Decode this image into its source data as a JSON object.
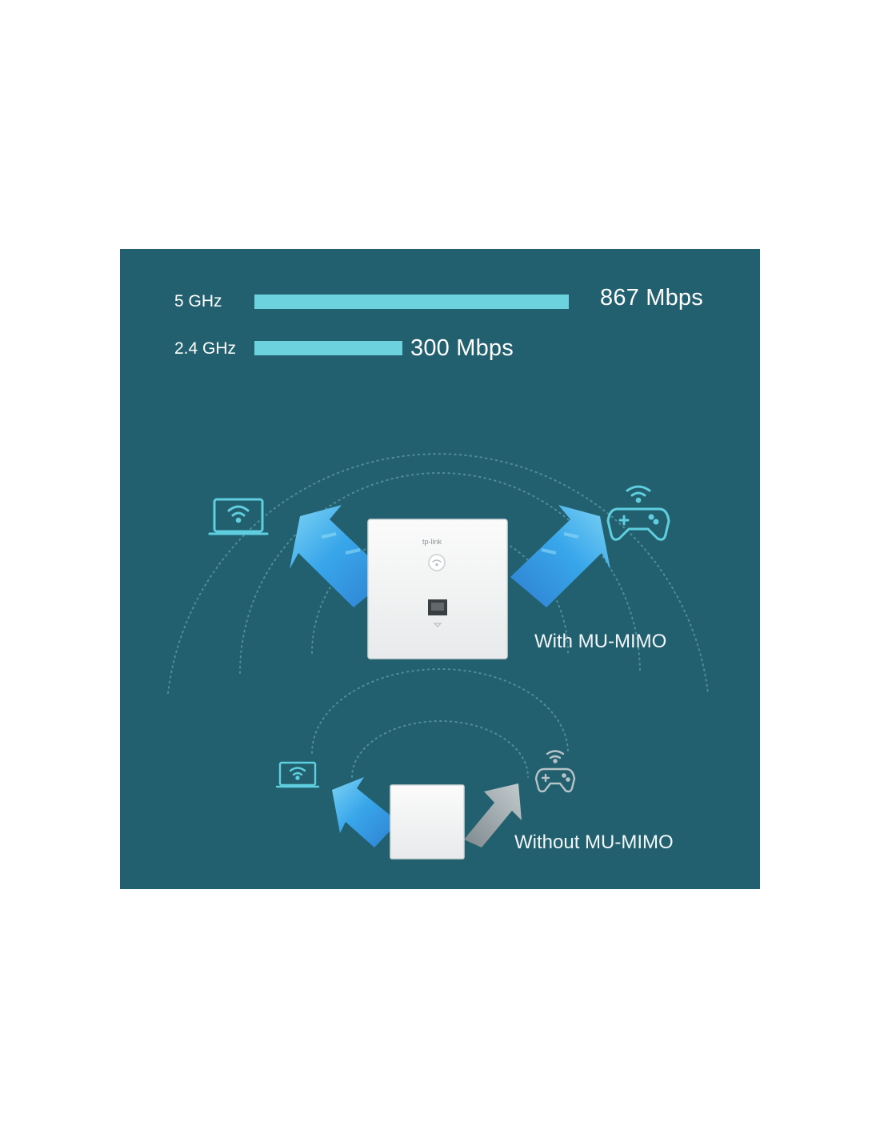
{
  "speeds": [
    {
      "band": "5 GHz",
      "speed": "867 Mbps",
      "mbps": 867
    },
    {
      "band": "2.4 GHz",
      "speed": "300 Mbps",
      "mbps": 300
    }
  ],
  "device": {
    "logo": "tp-link"
  },
  "modes": {
    "with": "With MU-MIMO",
    "without": "Without MU-MIMO"
  },
  "colors": {
    "background": "#22606f",
    "bar": "#6cd3de",
    "icon_active": "#5fcfe0",
    "icon_inactive": "#b6c3c8",
    "arrow_blue": "#35a3e6",
    "arrow_gray": "#9aa4a8",
    "device": "#f4f5f5"
  },
  "icons": [
    "laptop-wifi-icon",
    "gamepad-wifi-icon",
    "rj45-port-icon",
    "led-wifi-icon"
  ]
}
